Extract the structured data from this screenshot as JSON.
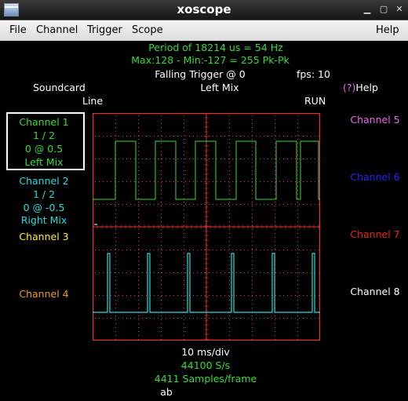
{
  "window": {
    "title": "xoscope"
  },
  "menu": {
    "file": "File",
    "channel": "Channel",
    "trigger": "Trigger",
    "scope": "Scope",
    "help": "Help"
  },
  "measurements": {
    "period": "Period of  18214 us =     54 Hz",
    "maxmin": "Max:128 - Min:-127 = 255 Pk-Pk",
    "trigger": "Falling Trigger @ 0",
    "fps": "fps: 10"
  },
  "info": {
    "source": "Soundcard",
    "input": "Line",
    "mix": "Left Mix",
    "state": "RUN",
    "help": "(?)Help"
  },
  "channels": {
    "ch1": {
      "name": "Channel 1",
      "scale": "1 / 2",
      "pos": "0 @ 0.5",
      "source": "Left Mix",
      "color": "#33dd33"
    },
    "ch2": {
      "name": "Channel 2",
      "scale": "1 / 2",
      "pos": "0 @ -0.5",
      "source": "Right Mix",
      "color": "#22dddd"
    },
    "ch3": {
      "name": "Channel 3",
      "color": "#ffee22"
    },
    "ch4": {
      "name": "Channel 4",
      "color": "#ee9922"
    },
    "ch5": {
      "name": "Channel 5",
      "color": "#ee66ee"
    },
    "ch6": {
      "name": "Channel 6",
      "color": "#2222ff"
    },
    "ch7": {
      "name": "Channel 7",
      "color": "#ee2222"
    },
    "ch8": {
      "name": "Channel 8",
      "color": "#ffffff"
    }
  },
  "timebase": {
    "div": "10 ms/div",
    "rate": "44100 S/s",
    "samples": "4411 Samples/frame",
    "status": "ab"
  },
  "colors": {
    "grid": "#dd3333",
    "trace1": "#33dd33",
    "trace2": "#22dddd"
  }
}
